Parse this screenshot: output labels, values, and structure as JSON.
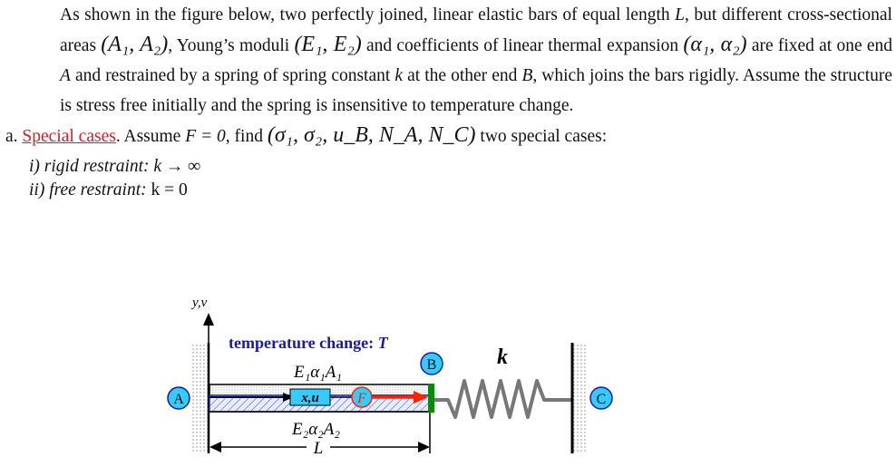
{
  "problem": {
    "intro_line1": "As shown in the figure below, two perfectly joined, linear elastic bars of equal length ",
    "intro_L": "L",
    "intro_line1b": ", but different cross-sectional areas ",
    "areas": "(A₁, A₂)",
    "intro_line2b": ", Young’s moduli ",
    "moduli": "(E₁, E₂)",
    "intro_line2c": " and coefficients of linear thermal expansion ",
    "alphas": "(α₁, α₂)",
    "intro_line3b": " are fixed at one end ",
    "end_A": "A",
    "intro_line3c": " and restrained by a spring of spring constant ",
    "k": "k",
    "intro_line3d": " at the other end ",
    "end_B": "B",
    "intro_line4": ", which joins the bars rigidly. Assume the structure is stress free initially and the spring is insensitive to temperature change."
  },
  "part_a": {
    "label": "a.",
    "link": "Special cases",
    "assume": ". Assume ",
    "F_eq": "F = 0",
    "find": ", find ",
    "unknowns": "(σ₁, σ₂, u_B, N_A, N_C)",
    "tail": " two special cases:",
    "case1_label": "i) rigid restraint: ",
    "case1_math": "k → ∞",
    "case2_label": "ii) free restraint: ",
    "case2_math": "k = 0"
  },
  "figure": {
    "axis_label": "y,v",
    "temp_label": "temperature change: ",
    "temp_T": "T",
    "bar1": "E₁α₁A₁",
    "bar2": "E₂α₂A₂",
    "xu": "x,u",
    "F": "F",
    "A": "A",
    "B": "B",
    "C": "C",
    "k": "k",
    "L": "L",
    "colors": {
      "blue_text": "#1a1aaa",
      "circle_fill": "#33ccff",
      "force": "#ff2200",
      "plate": "#0a8a0a"
    }
  }
}
